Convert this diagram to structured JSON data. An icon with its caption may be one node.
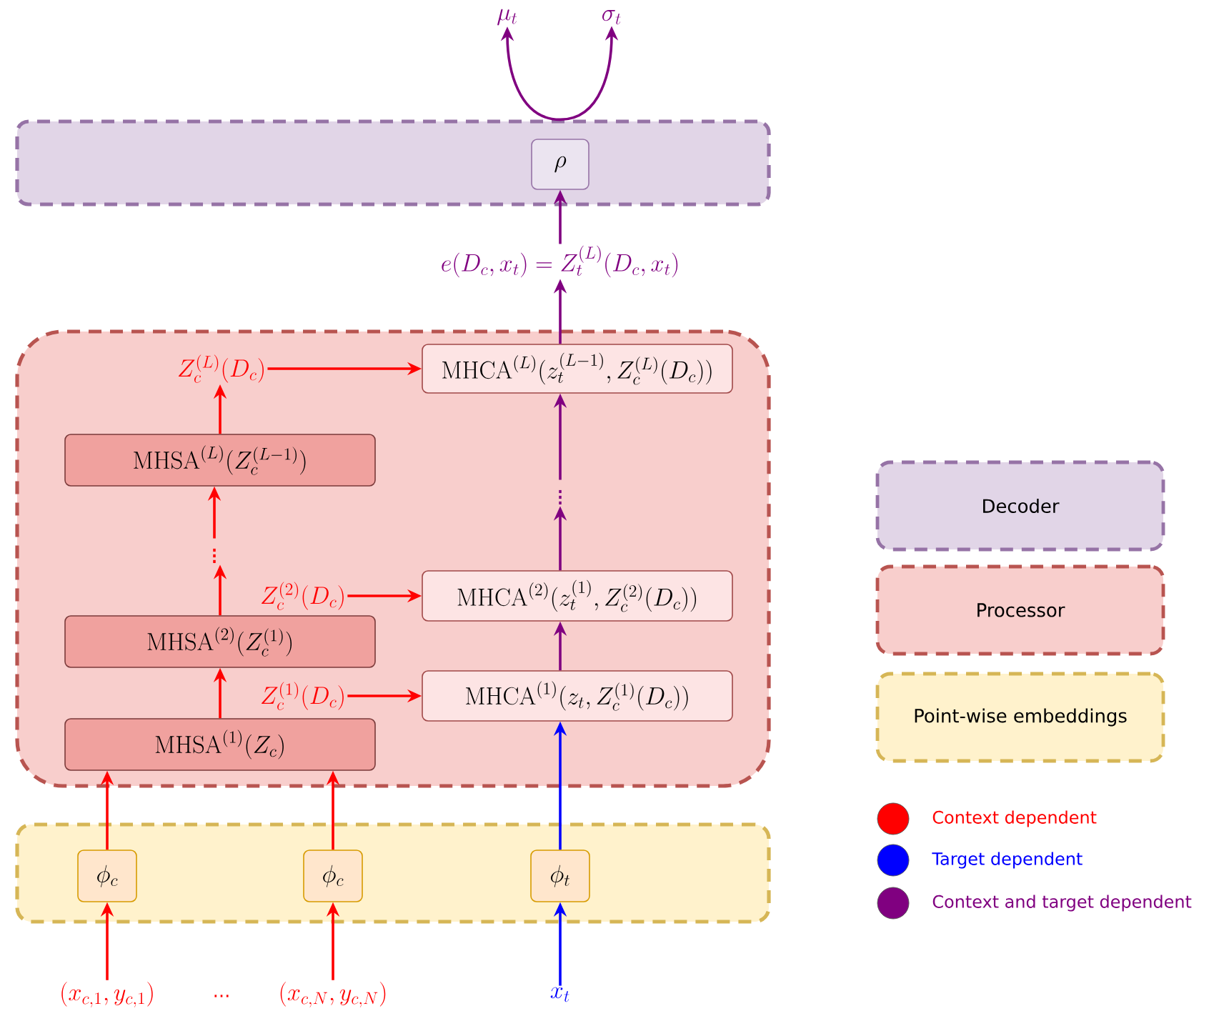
{
  "diagram": {
    "nodes": [
      {
        "text": [],
        "shape": "box"
      },
      {
        "text": [
          "\\rho"
        ],
        "in": 0
      },
      {
        "text": [
          "\\mu_t"
        ]
      },
      {
        "text": [
          "\\sigma_t"
        ]
      },
      {
        "text": [
          "e(D_c, x_t) = Z_t^{(L)}(D_c, x_t)"
        ]
      },
      {
        "text": [],
        "shape": "box"
      },
      {
        "text": [
          "Z_c^{(L)}(D_c)"
        ],
        "in": 5
      },
      {
        "text": [
          "\\mathrm{MHCA}^{(L)}(z_t^{(L-1)}, Z_c^{(L)}(D_c))"
        ],
        "in": 5
      },
      {
        "text": [
          "\\mathrm{MHSA}^{(L)}(Z_c^{(L-1)})"
        ],
        "in": 5
      },
      {
        "text": [
          "\\vdots"
        ],
        "in": 5
      },
      {
        "text": [
          "Z_c^{(2)}(D_c)"
        ],
        "in": 5
      },
      {
        "text": [
          "\\mathrm{MHCA}^{(2)}(z_t^{(1)}, Z_c^{(2)}(D_c))"
        ],
        "in": 5
      },
      {
        "text": [
          "\\mathrm{MHSA}^{(2)}(Z_c^{(1)})"
        ],
        "in": 5
      },
      {
        "text": [
          "Z_c^{(1)}(D_c)"
        ],
        "in": 5
      },
      {
        "text": [
          "\\mathrm{MHCA}^{(1)}(z_t, Z_c^{(1)}(D_c))"
        ],
        "in": 5
      },
      {
        "text": [
          "\\mathrm{MHSA}^{(1)}(Z_c)"
        ],
        "in": 5
      },
      {
        "text": [
          "\\vdots"
        ],
        "in": 5
      },
      {
        "text": [],
        "shape": "box"
      },
      {
        "text": [
          "\\phi_c"
        ],
        "in": 17
      },
      {
        "text": [
          "\\phi_c"
        ],
        "in": 17
      },
      {
        "text": [
          "\\phi_t"
        ],
        "in": 17
      },
      {
        "text": [
          "(x_{c,1}, y_{c,1})"
        ]
      },
      {
        "text": [
          "(x_{c,N}, y_{c,N})"
        ]
      },
      {
        "text": [
          "x_t"
        ]
      }
    ],
    "edges": [
      {
        "from": 0,
        "to": 2,
        "arrow": "to",
        "color": "#800080"
      },
      {
        "from": 0,
        "to": 3,
        "arrow": "to",
        "color": "#800080"
      },
      {
        "from": 4,
        "to": 1,
        "arrow": "to",
        "color": "#800080"
      },
      {
        "from": 7,
        "to": 4,
        "arrow": "to",
        "color": "#800080"
      },
      {
        "from": 16,
        "to": 7,
        "arrow": "to",
        "color": "#800080"
      },
      {
        "from": 11,
        "to": 16,
        "arrow": "to",
        "color": "#800080"
      },
      {
        "from": 14,
        "to": 11,
        "arrow": "to",
        "color": "#800080"
      },
      {
        "from": 6,
        "to": 7,
        "arrow": "to"
      },
      {
        "from": 8,
        "to": 6,
        "arrow": "to"
      },
      {
        "from": 9,
        "to": 8,
        "arrow": "to"
      },
      {
        "from": 12,
        "to": 9,
        "arrow": "to"
      },
      {
        "from": 10,
        "to": 11,
        "arrow": "to"
      },
      {
        "from": 15,
        "to": 12,
        "arrow": "to"
      },
      {
        "from": 13,
        "to": 14,
        "arrow": "to"
      },
      {
        "from": 18,
        "to": 15,
        "arrow": "to"
      },
      {
        "from": 19,
        "to": 15,
        "arrow": "to"
      },
      {
        "from": 20,
        "to": 14,
        "arrow": "to",
        "color": "#0000ff"
      },
      {
        "from": 21,
        "to": 18,
        "arrow": "to"
      },
      {
        "from": 22,
        "to": 19,
        "arrow": "to"
      },
      {
        "from": 23,
        "to": 20,
        "arrow": "to",
        "color": "#0000ff"
      }
    ],
    "labels": [
      "..."
    ],
    "legend": [
      {
        "text": "Decoder",
        "color": "#e1d5e7"
      },
      {
        "text": "Processor",
        "color": "#f8cecc"
      },
      {
        "text": "Point-wise embeddings",
        "color": "#fff2cc"
      },
      {
        "text": "Context dependent",
        "color": "#ff0000"
      },
      {
        "text": "Target dependent",
        "color": "#0000ff"
      },
      {
        "text": "Context and target dependent",
        "color": "#800080"
      }
    ]
  }
}
